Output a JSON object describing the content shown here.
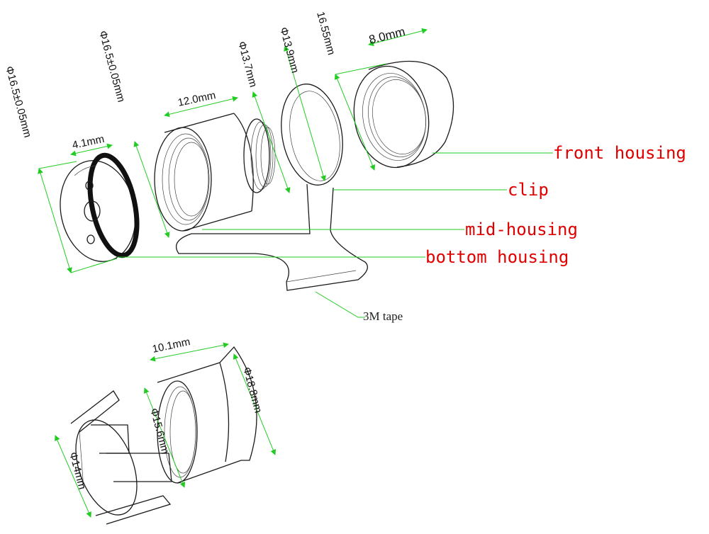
{
  "labels": {
    "front_housing": "front housing",
    "clip": "clip",
    "mid_housing": "mid-housing",
    "bottom_housing": "bottom housing",
    "tape": "3M tape"
  },
  "dimensions": {
    "d_bottom_outer": "Φ16.5±0.05mm",
    "d_mid_outer": "Φ16.5±0.05mm",
    "bottom_width": "4.1mm",
    "mid_length": "12.0mm",
    "mid_thread_dia": "Φ13.7mm",
    "clip_ring_dia": "Φ13.9mm",
    "front_dia": "16.55mm",
    "front_width": "8.0mm",
    "adapter_length": "10.1mm",
    "adapter_outer_dia": "Φ18.8mm",
    "adapter_thread_dia": "Φ15.6mm",
    "split_ring_dia": "Φ14mm"
  },
  "colors": {
    "label": "#e00000",
    "dimension_line": "#22cc22",
    "outline": "#1a1a1a"
  }
}
